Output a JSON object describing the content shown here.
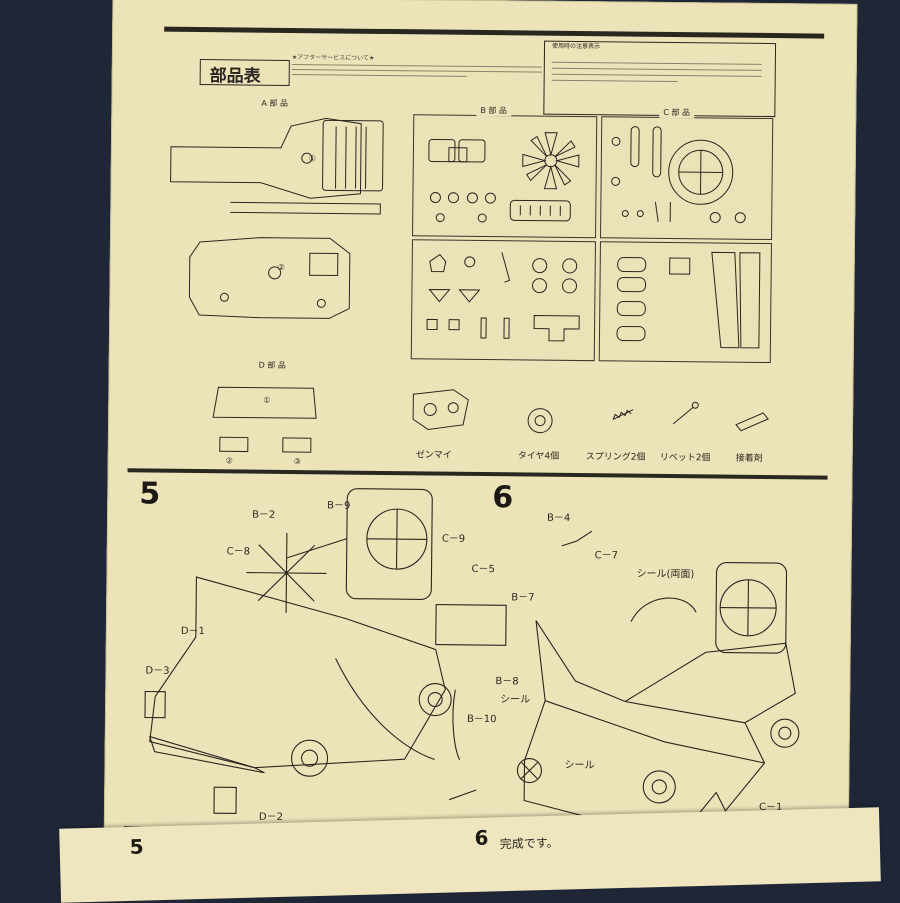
{
  "header": {
    "parts_title": "部品表",
    "after_service": "★アフターサービスについて★",
    "notice_title": "使用時の注意表示"
  },
  "parts": {
    "a_label": "A 部 品",
    "b_label": "B 部 品",
    "c_label": "C 部 品",
    "d_label": "D 部 品"
  },
  "accessories": [
    {
      "label": "ゼンマイ"
    },
    {
      "label": "タイヤ4個"
    },
    {
      "label": "スプリング2個"
    },
    {
      "label": "リベット2個"
    },
    {
      "label": "接着剤"
    }
  ],
  "step5": {
    "number": "5",
    "labels": [
      "B－2",
      "B－9",
      "C－8",
      "C－9",
      "C－5",
      "B－7",
      "D－1",
      "D－3",
      "B－8",
      "B－10",
      "D－2"
    ]
  },
  "step6": {
    "number": "6",
    "labels": [
      "B－4",
      "C－7",
      "シール(両面)",
      "シール",
      "シール",
      "シール",
      "C－1"
    ],
    "done": "完成です。"
  },
  "footer_left": "5"
}
